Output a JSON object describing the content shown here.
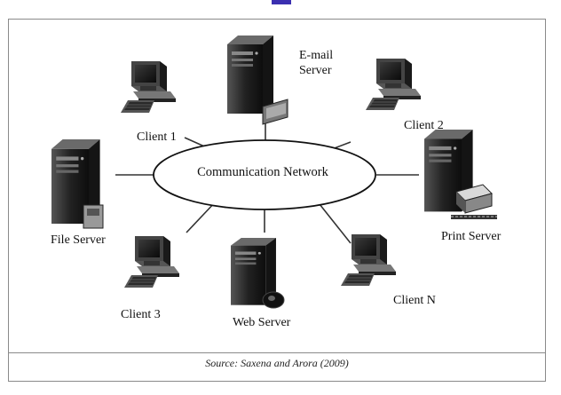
{
  "network": {
    "label": "Communication Network"
  },
  "nodes": {
    "email_server": {
      "label_line1": "E-mail",
      "label_line2": "Server"
    },
    "client_1": {
      "label": "Client 1"
    },
    "client_2": {
      "label": "Client 2"
    },
    "file_server": {
      "label": "File Server"
    },
    "print_server": {
      "label": "Print Server"
    },
    "client_3": {
      "label": "Client 3"
    },
    "web_server": {
      "label": "Web Server"
    },
    "client_n": {
      "label": "Client N"
    }
  },
  "caption": {
    "source": "Source: Saxena and Arora (2009)"
  },
  "colors": {
    "accent": "#3b2fb0",
    "ink": "#111111",
    "frame": "#8a8a8a"
  }
}
